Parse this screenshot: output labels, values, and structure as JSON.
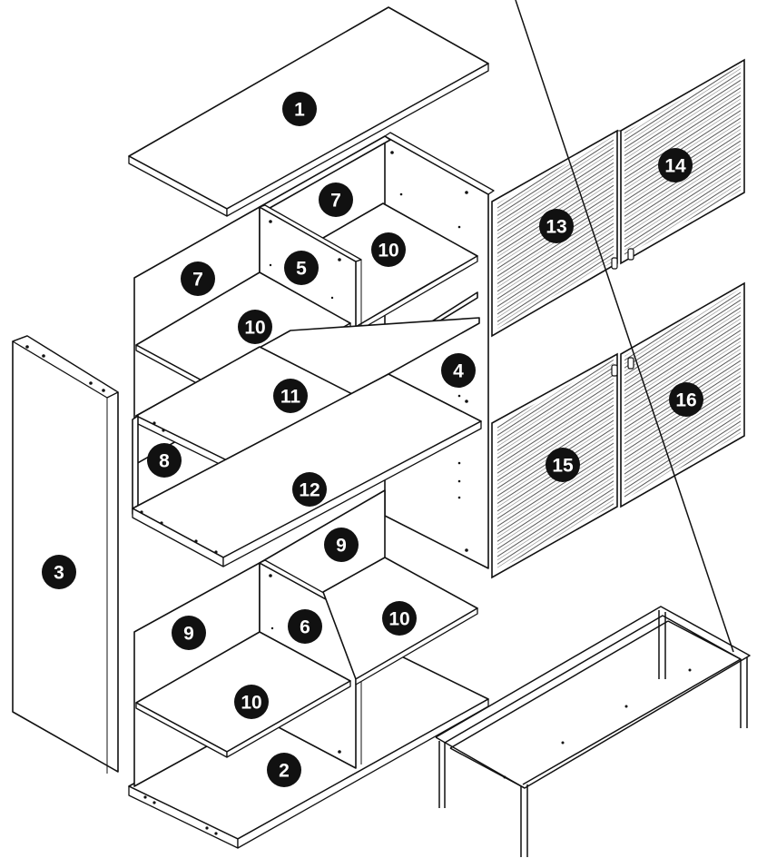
{
  "part_labels": [
    {
      "key": "p1",
      "text": "1"
    },
    {
      "key": "p2",
      "text": "2"
    },
    {
      "key": "p3",
      "text": "3"
    },
    {
      "key": "p4",
      "text": "4"
    },
    {
      "key": "p5",
      "text": "5"
    },
    {
      "key": "p6",
      "text": "6"
    },
    {
      "key": "p7a",
      "text": "7"
    },
    {
      "key": "p7b",
      "text": "7"
    },
    {
      "key": "p8",
      "text": "8"
    },
    {
      "key": "p9a",
      "text": "9"
    },
    {
      "key": "p9b",
      "text": "9"
    },
    {
      "key": "p10a",
      "text": "10"
    },
    {
      "key": "p10b",
      "text": "10"
    },
    {
      "key": "p10c",
      "text": "10"
    },
    {
      "key": "p10d",
      "text": "10"
    },
    {
      "key": "p11",
      "text": "11"
    },
    {
      "key": "p12",
      "text": "12"
    },
    {
      "key": "p13",
      "text": "13"
    },
    {
      "key": "p14",
      "text": "14"
    },
    {
      "key": "p15",
      "text": "15"
    },
    {
      "key": "p16",
      "text": "16"
    }
  ],
  "colors": {
    "line": "#111111",
    "badge": "#111111",
    "badge_text": "#ffffff",
    "background": "#ffffff"
  }
}
